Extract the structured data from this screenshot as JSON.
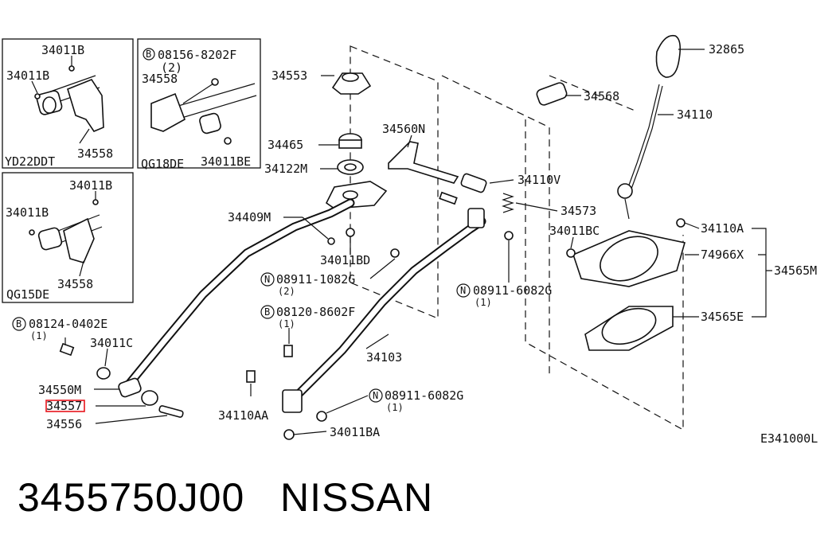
{
  "insets": [
    {
      "labels": [
        "34011B",
        "34011B",
        "34558"
      ],
      "model": "YD22DDT"
    },
    {
      "labels": [
        "08156-8202F",
        "(2)",
        "34558",
        "34011BE"
      ],
      "model": "QG18DE"
    },
    {
      "labels": [
        "34011B",
        "34011B",
        "34558"
      ],
      "model": "QG15DE"
    }
  ],
  "callouts": {
    "c32865": "32865",
    "c34553": "34553",
    "c34568": "34568",
    "c34110": "34110",
    "c34560N": "34560N",
    "c34465": "34465",
    "c34122M": "34122M",
    "c34110V": "34110V",
    "c34409M": "34409M",
    "c34573": "34573",
    "c34110A": "34110A",
    "c34011BC": "34011BC",
    "c74966X": "74966X",
    "c34565M": "34565M",
    "c34011BD": "34011BD",
    "c08911_1082G": "08911-1082G",
    "c08911_1082G_q": "(2)",
    "c08911_6082G_a": "08911-6082G",
    "c08911_6082G_a_q": "(1)",
    "c34565E": "34565E",
    "c08120_8602F": "08120-8602F",
    "c08120_8602F_q": "(1)",
    "c08124_0402E": "08124-0402E",
    "c08124_0402E_q": "(1)",
    "c34011C": "34011C",
    "c34103": "34103",
    "c34550M": "34550M",
    "c34557": "34557",
    "c34556": "34556",
    "c34110AA": "34110AA",
    "c08911_6082G_b": "08911-6082G",
    "c08911_6082G_b_q": "(1)",
    "c34011BA": "34011BA"
  },
  "prefix_n": "N",
  "prefix_b": "B",
  "diagram_code": "E341000L",
  "highlight_color": "#e8141c",
  "footer": {
    "part_number": "3455750J00",
    "brand": "NISSAN"
  }
}
